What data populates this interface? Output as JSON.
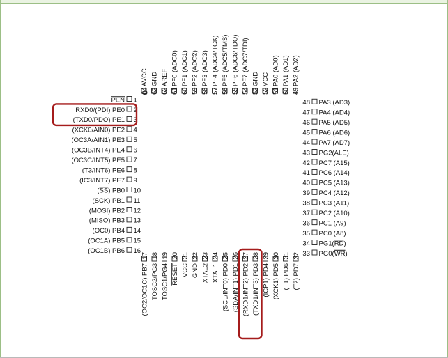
{
  "pins": {
    "left": [
      {
        "num": "1",
        "label": "PEN",
        "overline": [
          "PEN"
        ]
      },
      {
        "num": "2",
        "label": "RXD0/(PDI) PE0"
      },
      {
        "num": "3",
        "label": "(TXD0/PDO) PE1"
      },
      {
        "num": "4",
        "label": "(XCK0/AIN0) PE2"
      },
      {
        "num": "5",
        "label": "(OC3A/AIN1) PE3"
      },
      {
        "num": "6",
        "label": "(OC3B/INT4) PE4"
      },
      {
        "num": "7",
        "label": "(OC3C/INT5) PE5"
      },
      {
        "num": "8",
        "label": "(T3/INT6) PE6"
      },
      {
        "num": "9",
        "label": "(IC3/INT7) PE7"
      },
      {
        "num": "10",
        "label": "(SS) PB0",
        "overline": [
          "SS"
        ]
      },
      {
        "num": "11",
        "label": "(SCK) PB1"
      },
      {
        "num": "12",
        "label": "(MOSI) PB2"
      },
      {
        "num": "13",
        "label": "(MISO) PB3"
      },
      {
        "num": "14",
        "label": "(OC0) PB4"
      },
      {
        "num": "15",
        "label": "(OC1A) PB5"
      },
      {
        "num": "16",
        "label": "(OC1B) PB6"
      }
    ],
    "bottom": [
      {
        "num": "17",
        "label": "(OC2/OC1C) PB7"
      },
      {
        "num": "18",
        "label": "TOSC2/PG3"
      },
      {
        "num": "19",
        "label": "TOSC1/PG4"
      },
      {
        "num": "20",
        "label": "RESET",
        "overline": [
          "RESET"
        ]
      },
      {
        "num": "21",
        "label": "VCC"
      },
      {
        "num": "22",
        "label": "GND"
      },
      {
        "num": "23",
        "label": "XTAL2"
      },
      {
        "num": "24",
        "label": "XTAL1"
      },
      {
        "num": "25",
        "label": "(SCL/INT0) PD0"
      },
      {
        "num": "26",
        "label": "(SDA/INT1) PD1"
      },
      {
        "num": "27",
        "label": "(RXD1/INT2) PD2"
      },
      {
        "num": "28",
        "label": "(TXD1/INT3) PD3"
      },
      {
        "num": "29",
        "label": "(ICP1) PD4"
      },
      {
        "num": "30",
        "label": "(XCK1) PD5"
      },
      {
        "num": "31",
        "label": "(T1) PD6"
      },
      {
        "num": "32",
        "label": "(T2) PD7"
      }
    ],
    "right": [
      {
        "num": "33",
        "label": "PG0(WR)",
        "overline": [
          "WR"
        ]
      },
      {
        "num": "34",
        "label": "PG1(RD)",
        "overline": [
          "RD"
        ]
      },
      {
        "num": "35",
        "label": "PC0 (A8)"
      },
      {
        "num": "36",
        "label": "PC1 (A9)"
      },
      {
        "num": "37",
        "label": "PC2 (A10)"
      },
      {
        "num": "38",
        "label": "PC3 (A11)"
      },
      {
        "num": "39",
        "label": "PC4 (A12)"
      },
      {
        "num": "40",
        "label": "PC5 (A13)"
      },
      {
        "num": "41",
        "label": "PC6 (A14)"
      },
      {
        "num": "42",
        "label": "PC7 (A15)"
      },
      {
        "num": "43",
        "label": "PG2(ALE)"
      },
      {
        "num": "44",
        "label": "PA7 (AD7)"
      },
      {
        "num": "45",
        "label": "PA6 (AD6)"
      },
      {
        "num": "46",
        "label": "PA5 (AD5)"
      },
      {
        "num": "47",
        "label": "PA4 (AD4)"
      },
      {
        "num": "48",
        "label": "PA3 (AD3)"
      }
    ],
    "top": [
      {
        "num": "49",
        "label": "PA2 (AD2)"
      },
      {
        "num": "50",
        "label": "PA1 (AD1)"
      },
      {
        "num": "51",
        "label": "PA0 (AD0)"
      },
      {
        "num": "52",
        "label": "VCC"
      },
      {
        "num": "53",
        "label": "GND"
      },
      {
        "num": "54",
        "label": "PF7 (ADC7/TDI)"
      },
      {
        "num": "55",
        "label": "PF6 (ADC6/TDO)"
      },
      {
        "num": "56",
        "label": "PF5 (ADC5/TMS)"
      },
      {
        "num": "57",
        "label": "PF4 (ADC4/TCK)"
      },
      {
        "num": "58",
        "label": "PF3 (ADC3)"
      },
      {
        "num": "59",
        "label": "PF2 (ADC2)"
      },
      {
        "num": "60",
        "label": "PF1 (ADC1)"
      },
      {
        "num": "61",
        "label": "PF0 (ADC0)"
      },
      {
        "num": "62",
        "label": "AREF"
      },
      {
        "num": "63",
        "label": "GND"
      },
      {
        "num": "64",
        "label": "AVCC"
      }
    ]
  },
  "highlights": [
    {
      "side": "left",
      "pins": [
        "2",
        "3"
      ]
    },
    {
      "side": "bottom",
      "pins": [
        "27",
        "28"
      ]
    }
  ],
  "colors": {
    "highlight": "#a51c1c",
    "text": "#111111",
    "box": "#222222",
    "frame": "#9cbf86"
  }
}
